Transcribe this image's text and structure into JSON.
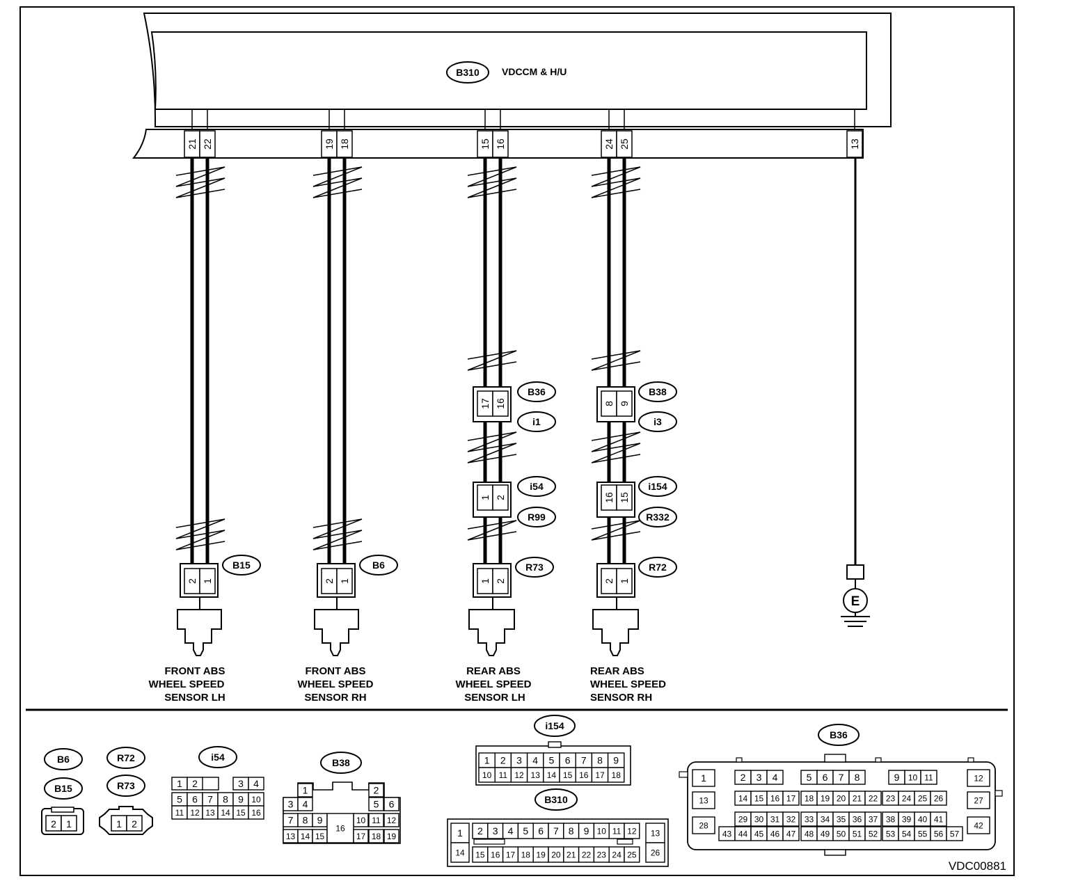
{
  "module": {
    "id": "B310",
    "name": "VDCCM & H/U",
    "pins": [
      "21",
      "22",
      "19",
      "18",
      "15",
      "16",
      "24",
      "25",
      "13"
    ]
  },
  "circuits": [
    {
      "key": "flh",
      "label_lines": [
        "FRONT ABS",
        "WHEEL SPEED",
        "SENSOR LH"
      ],
      "connectors": [
        {
          "id": "B15",
          "pins": [
            "2",
            "1"
          ]
        }
      ]
    },
    {
      "key": "frh",
      "label_lines": [
        "FRONT ABS",
        "WHEEL SPEED",
        "SENSOR RH"
      ],
      "connectors": [
        {
          "id": "B6",
          "pins": [
            "2",
            "1"
          ]
        }
      ]
    },
    {
      "key": "rlh",
      "label_lines": [
        "REAR ABS",
        "WHEEL SPEED",
        "SENSOR LH"
      ],
      "connectors": [
        {
          "id": "B36",
          "pins": [
            "17",
            "16"
          ],
          "mate_id": "i1"
        },
        {
          "id": "i54",
          "pins": [
            "1",
            "2"
          ],
          "mate_id": "R99"
        },
        {
          "id": "R73",
          "pins": [
            "1",
            "2"
          ]
        }
      ]
    },
    {
      "key": "rrh",
      "label_lines": [
        "REAR ABS",
        "WHEEL SPEED",
        "SENSOR RH"
      ],
      "connectors": [
        {
          "id": "B38",
          "pins": [
            "8",
            "9"
          ],
          "mate_id": "i3"
        },
        {
          "id": "i154",
          "pins": [
            "16",
            "15"
          ],
          "mate_id": "R332"
        },
        {
          "id": "R72",
          "pins": [
            "2",
            "1"
          ]
        }
      ]
    }
  ],
  "ground": {
    "label": "E"
  },
  "views": {
    "b6": {
      "ids": [
        "B6",
        "B15"
      ],
      "pins": [
        "2",
        "1"
      ]
    },
    "r72": {
      "ids": [
        "R72",
        "R73"
      ],
      "pins": [
        "1",
        "2"
      ]
    },
    "i54": {
      "id": "i54",
      "row1": [
        "1",
        "2",
        "",
        "3",
        "4"
      ],
      "row2": [
        "5",
        "6",
        "7",
        "8",
        "9",
        "10"
      ],
      "row3": [
        "11",
        "12",
        "13",
        "14",
        "15",
        "16"
      ]
    },
    "b38": {
      "id": "B38",
      "pins": [
        "1",
        "2",
        "3",
        "4",
        "5",
        "6",
        "7",
        "8",
        "9",
        "10",
        "11",
        "12",
        "13",
        "14",
        "15",
        "16",
        "17",
        "18",
        "19"
      ]
    },
    "i154": {
      "id": "i154",
      "row1": [
        "1",
        "2",
        "3",
        "4",
        "5",
        "6",
        "7",
        "8",
        "9"
      ],
      "row2": [
        "10",
        "11",
        "12",
        "13",
        "14",
        "15",
        "16",
        "17",
        "18"
      ]
    },
    "b310": {
      "id": "B310",
      "left": [
        "1",
        "14"
      ],
      "row1": [
        "2",
        "3",
        "4",
        "5",
        "6",
        "7",
        "8",
        "9",
        "10",
        "11",
        "12"
      ],
      "row2": [
        "15",
        "16",
        "17",
        "18",
        "19",
        "20",
        "21",
        "22",
        "23",
        "24",
        "25"
      ],
      "right": [
        "13",
        "26"
      ]
    },
    "b36": {
      "id": "B36",
      "left": [
        "1",
        "13",
        "28"
      ],
      "right": [
        "12",
        "27",
        "42"
      ],
      "row1_groups": [
        [
          "2",
          "3",
          "4"
        ],
        [
          "5",
          "6",
          "7",
          "8"
        ],
        [
          "9",
          "10",
          "11"
        ]
      ],
      "row2_groups": [
        [
          "14",
          "15",
          "16",
          "17"
        ],
        [
          "18",
          "19",
          "20",
          "21",
          "22"
        ],
        [
          "23",
          "24",
          "25",
          "26"
        ]
      ],
      "row3_groups": [
        [
          "29",
          "30",
          "31",
          "32"
        ],
        [
          "33",
          "34",
          "35",
          "36",
          "37"
        ],
        [
          "38",
          "39",
          "40",
          "41"
        ]
      ],
      "row4_groups": [
        [
          "43",
          "44",
          "45",
          "46",
          "47"
        ],
        [
          "48",
          "49",
          "50",
          "51",
          "52"
        ],
        [
          "53",
          "54",
          "55",
          "56",
          "57"
        ]
      ]
    }
  },
  "figure_code": "VDC00881"
}
